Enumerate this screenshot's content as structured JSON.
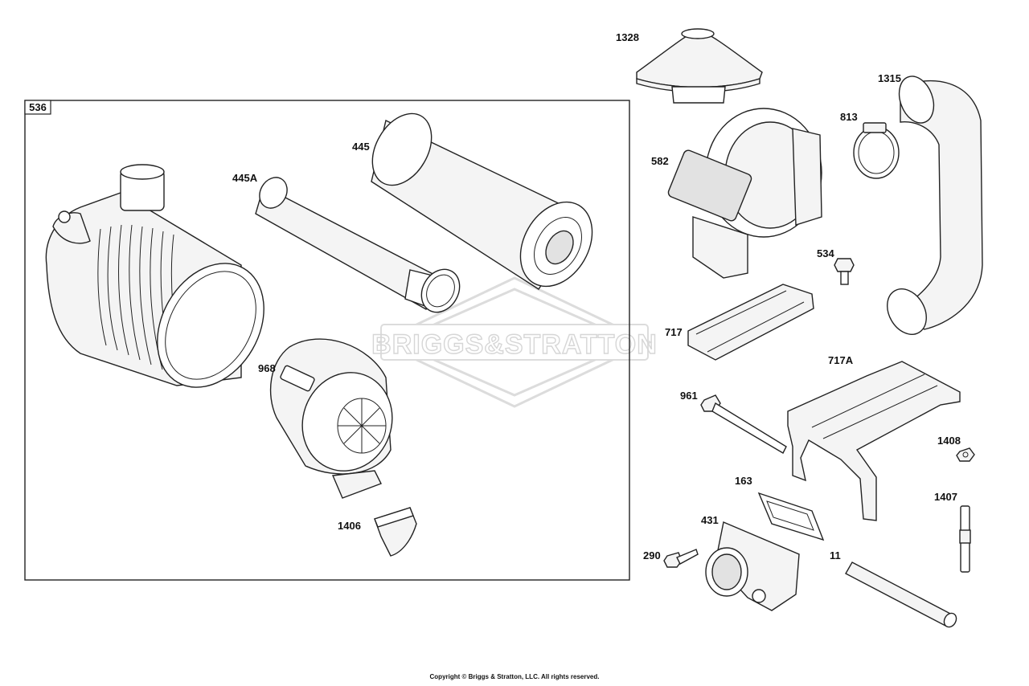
{
  "diagram": {
    "watermark_text": "BRIGGS&STRATTON",
    "copyright": "Copyright © Briggs & Stratton, LLC. All rights reserved.",
    "group": {
      "id": "536"
    },
    "parts": {
      "p445": "445",
      "p445A": "445A",
      "p968": "968",
      "p1406": "1406",
      "p1328": "1328",
      "p1315": "1315",
      "p813": "813",
      "p582": "582",
      "p534": "534",
      "p717": "717",
      "p717A": "717A",
      "p961": "961",
      "p1408": "1408",
      "p1407": "1407",
      "p163": "163",
      "p431": "431",
      "p290": "290",
      "p11": "11"
    }
  }
}
